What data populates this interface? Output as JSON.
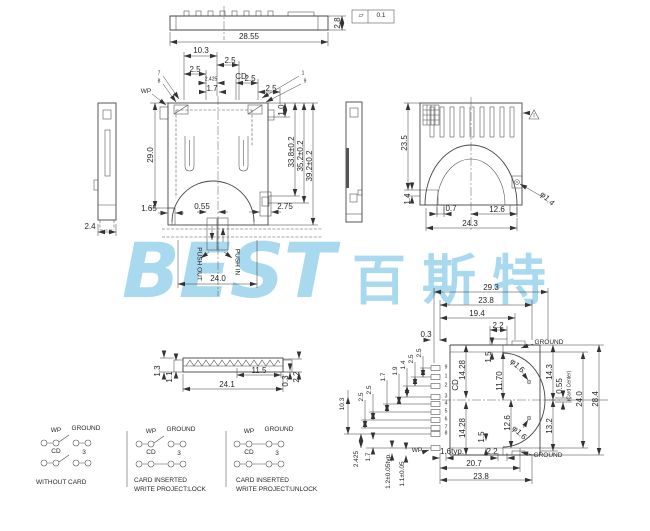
{
  "watermark": {
    "latin": "BEST",
    "cjk": "百斯特"
  },
  "flatness": {
    "symbol": "▱",
    "value": "0.1"
  },
  "top_view_strip": {
    "overall_width": "28.55",
    "height": "2.8"
  },
  "main_top_view": {
    "pitch_10_3": "10.3",
    "pitch_2_5_top": "2.5",
    "pitch_2_5_left": "2.5",
    "pitch_2_425": "2.425",
    "cd_label": "CD",
    "pitch_2_5_cd": "2.5",
    "pitch_1_7": "1.7",
    "pitch_2_5_right": "2.5",
    "pin_7": "7",
    "pin_8": "8",
    "pin_1": "1",
    "pin_9": "9",
    "wp_label": "WP",
    "body_height": "29.0",
    "dim_1_0": "1.0",
    "dim_33_8": "33.8±0.2",
    "dim_35_2": "35.2±0.2",
    "dim_39_2": "39.2±0.2",
    "dim_1_65": "1.65",
    "dim_0_55": "0.55",
    "dim_2_75": "2.75",
    "push_out": "PUSH OUT",
    "push_in": "PUSH IN",
    "dim_24_0": "24.0"
  },
  "left_side_view": {
    "thickness": "2.4"
  },
  "rear_view": {
    "dim_23_5": "23.5",
    "dim_1_4": "1.4",
    "dim_0_7": "0.7",
    "dim_12_6": "12.6",
    "dim_24_3": "24.3",
    "dia_1_4": "φ1.4"
  },
  "front_view": {
    "dim_1_3": "1.3",
    "dim_1_1": "1.1",
    "dim_11_5": "11.5",
    "dim_24_1": "24.1",
    "dim_0_3": "0.3",
    "dim_2_2": "2.2"
  },
  "side_view": {
    "dim_29_3": "29.3",
    "dim_23_8_top": "23.8",
    "dim_19_4": "19.4",
    "dim_2_2_top": "2.2",
    "dim_0_3": "0.3",
    "ground_top": "GROUND",
    "ground_bottom": "GROUND",
    "dim_1_5_top": "1.5",
    "dim_11_70": "11.70",
    "dia_1_6_top": "φ1.6",
    "dim_14_3": "14.3",
    "dim_0_55": "0.55",
    "card_center_note": "(Card Center)",
    "dim_24_0": "24.0",
    "dim_28_4": "28.4",
    "cd_label": "CD",
    "dim_14_28_top": "14.28",
    "dim_14_28_bot": "14.28",
    "dim_12_6": "12.6",
    "dia_1_6_bot": "φ1.6",
    "dim_13_2": "13.2",
    "dim_1_5_bot": "1.5",
    "wp_label": "WP",
    "dim_1_6_typ": "1.6typ.",
    "dim_2_2_bot": "2.2",
    "dim_20_7": "20.7",
    "dim_23_8_bot": "23.8",
    "pins": [
      "9",
      "1",
      "2",
      "3",
      "4",
      "5",
      "6",
      "7",
      "8"
    ],
    "cascade": {
      "d2_5_a": "2.5",
      "d2_5_b": "2.5",
      "d1_4": "1.4",
      "d1_9": "1.9",
      "d1_7": "1.7",
      "d2_5_c": "2.5",
      "d2_5_d": "2.5",
      "d10_3": "10.3",
      "d2_425": "2.425",
      "d1_7b": "1.7",
      "d1_2": "1.2±0.05typ.",
      "d1_1": "1.1±0.05"
    }
  },
  "switch_diagrams": {
    "d1": {
      "wp": "WP",
      "ground": "GROUND",
      "cd": "CD",
      "three": "3",
      "caption": "WITHOUT CARD"
    },
    "d2": {
      "wp": "WP",
      "ground": "GROUND",
      "cd": "CD",
      "three": "3",
      "caption_line1": "CARD INSERTED",
      "caption_line2": "WRITE PROJECT:LOCK"
    },
    "d3": {
      "wp": "WP",
      "ground": "GROUND",
      "cd": "CD",
      "three": "3",
      "caption_line1": "CARD INSERTED",
      "caption_line2": "WRITE PROJECT:UNLOCK"
    }
  },
  "colors": {
    "line": "#454545",
    "dim": "#383838",
    "watermark": "#a9d9ef"
  }
}
